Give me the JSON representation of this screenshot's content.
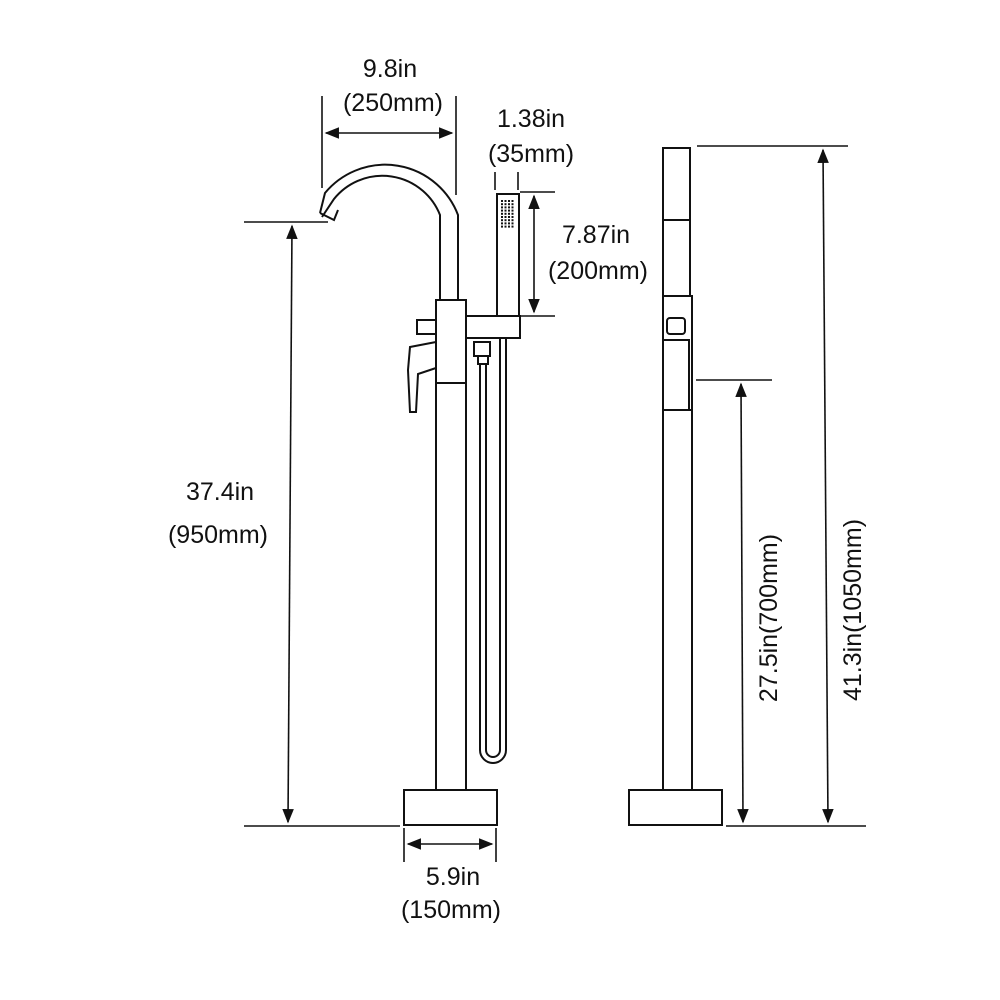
{
  "dimensions": {
    "spout_reach": {
      "imperial": "9.8in",
      "metric": "(250mm)"
    },
    "handshower_width": {
      "imperial": "1.38in",
      "metric": "(35mm)"
    },
    "handshower_length": {
      "imperial": "7.87in",
      "metric": "(200mm)"
    },
    "spout_height": {
      "imperial": "37.4in",
      "metric": "(950mm)"
    },
    "base_width": {
      "imperial": "5.9in",
      "metric": "(150mm)"
    },
    "side_handle_height": {
      "label": "27.5in(700mm)"
    },
    "side_total_height": {
      "label": "41.3in(1050mm)"
    }
  },
  "colors": {
    "line": "#111111",
    "background": "#ffffff"
  }
}
